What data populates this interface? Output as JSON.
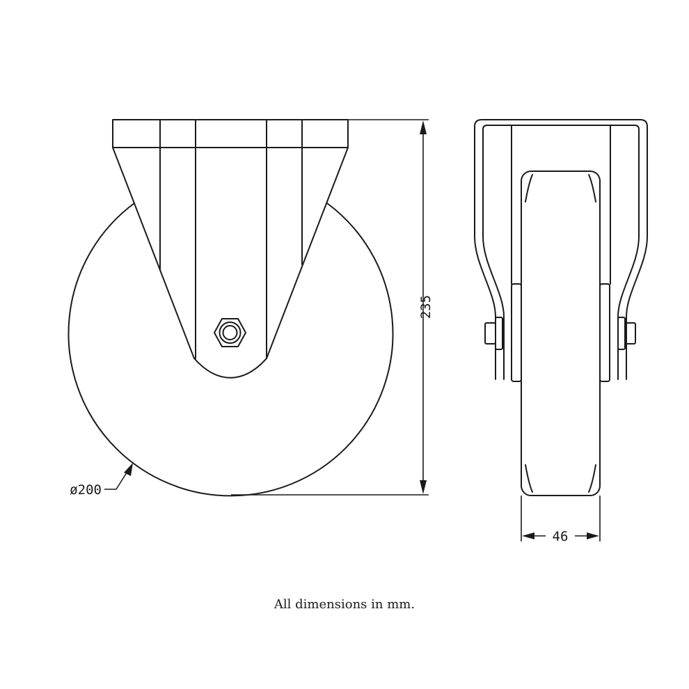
{
  "dimensions": {
    "wheel_diameter": "ø200",
    "overall_height": "235",
    "wheel_width": "46"
  },
  "note": "All dimensions in mm."
}
